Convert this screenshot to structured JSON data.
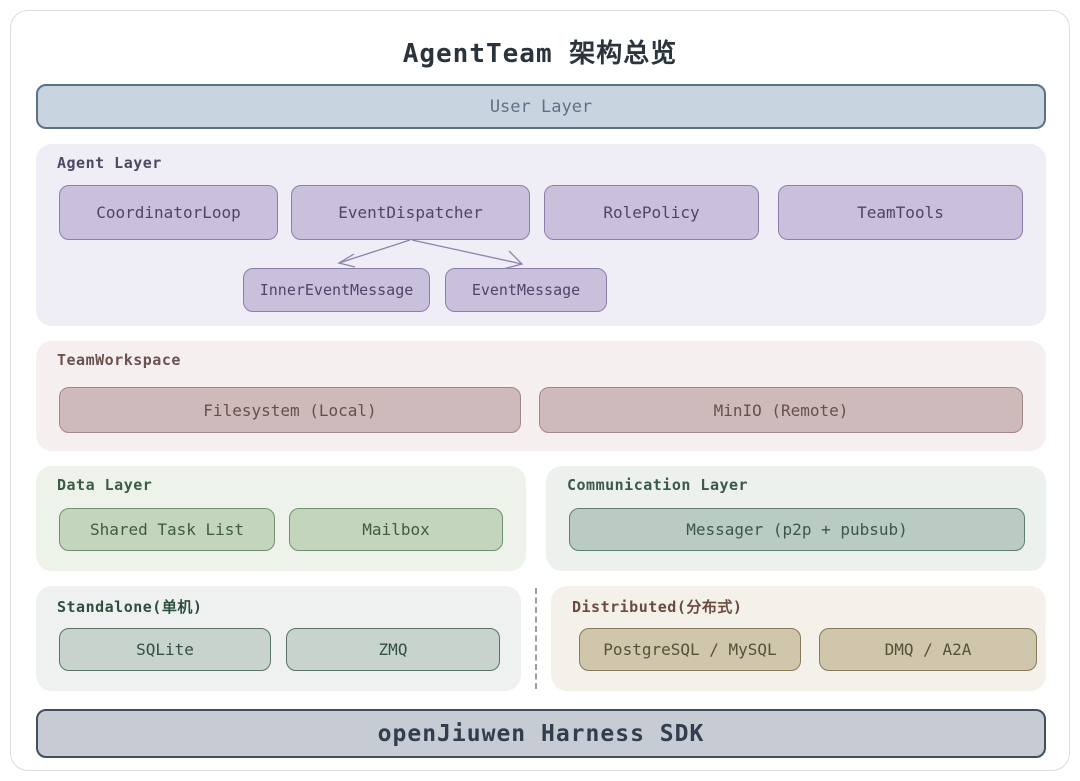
{
  "title": "AgentTeam 架构总览",
  "user_layer": {
    "label": "User Layer"
  },
  "agent_layer": {
    "label": "Agent Layer",
    "components": [
      "CoordinatorLoop",
      "EventDispatcher",
      "RolePolicy",
      "TeamTools"
    ],
    "messages": [
      "InnerEventMessage",
      "EventMessage"
    ],
    "edges": [
      {
        "from": "EventDispatcher",
        "to": "InnerEventMessage"
      },
      {
        "from": "EventDispatcher",
        "to": "EventMessage"
      }
    ]
  },
  "team_workspace": {
    "label": "TeamWorkspace",
    "components": [
      "Filesystem (Local)",
      "MinIO (Remote)"
    ]
  },
  "data_layer": {
    "label": "Data Layer",
    "components": [
      "Shared Task List",
      "Mailbox"
    ]
  },
  "communication_layer": {
    "label": "Communication Layer",
    "components": [
      "Messager (p2p + pubsub)"
    ]
  },
  "standalone": {
    "label": "Standalone(单机)",
    "components": [
      "SQLite",
      "ZMQ"
    ]
  },
  "distributed": {
    "label": "Distributed(分布式)",
    "components": [
      "PostgreSQL / MySQL",
      "DMQ / A2A"
    ]
  },
  "sdk_bar": {
    "label": "openJiuwen Harness SDK"
  },
  "colors": {
    "user_bar_fill": "#c8d4e0",
    "user_bar_border": "#5d7186",
    "agent_container": "#efedf5",
    "agent_node_fill": "#c9c1dc",
    "agent_node_border": "#8b7eac",
    "workspace_container": "#f5efef",
    "workspace_node_fill": "#cebaba",
    "data_container": "#edf2ea",
    "data_node_fill": "#c4d5bd",
    "comm_node_fill": "#b9cbc2",
    "standalone_node_fill": "#c8d3cd",
    "distributed_node_fill": "#cfc6ac",
    "sdk_bar_fill": "#c7cbd4",
    "sdk_bar_border": "#414e61",
    "arrow": "#8f82b0"
  }
}
